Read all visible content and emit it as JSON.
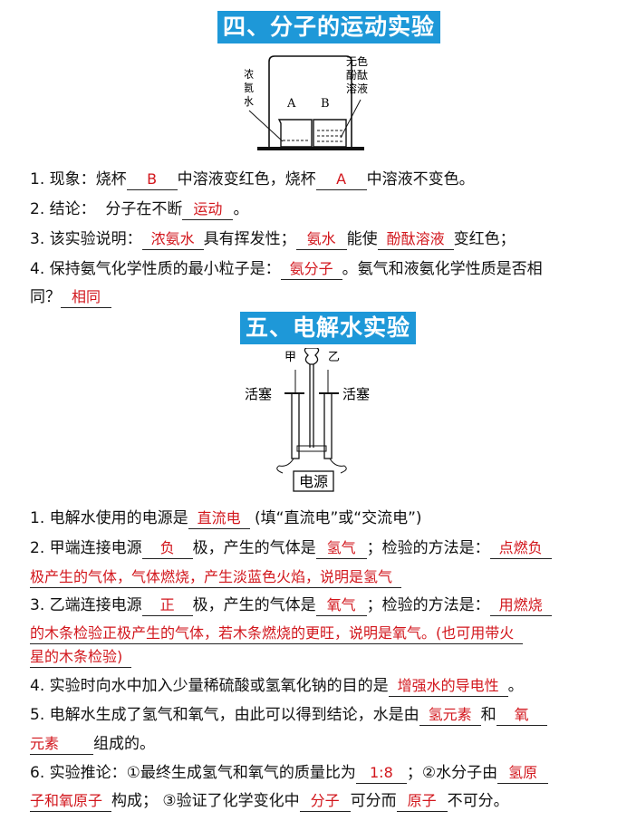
{
  "section4": {
    "title": "四、分子的运动实验",
    "diagram": {
      "label_left": [
        "浓",
        "氨",
        "水"
      ],
      "label_right": [
        "无色",
        "酚酞",
        "溶液"
      ],
      "beaker_a": "A",
      "beaker_b": "B"
    },
    "lines": [
      [
        {
          "text": "1. 现象：烧杯"
        },
        {
          "answer": "B"
        },
        {
          "text": "中溶液变红色，烧杯"
        },
        {
          "answer": "A"
        },
        {
          "text": "中溶液不变色。"
        }
      ],
      [
        {
          "text": "2. 结论：  分子在不断"
        },
        {
          "answer": "运动"
        },
        {
          "text": "。"
        }
      ],
      [
        {
          "text": "3. 该实验说明："
        },
        {
          "answer": "浓氨水"
        },
        {
          "text": "具有挥发性；"
        },
        {
          "answer": "氨水"
        },
        {
          "text": "能使"
        },
        {
          "answer": "酚酞溶液"
        },
        {
          "text": "变红色；"
        }
      ],
      [
        {
          "text": "4. 保持氨气化学性质的最小粒子是："
        },
        {
          "answer": "氨分子"
        },
        {
          "text": "。氨气和液氨化学性质是否相"
        }
      ],
      [
        {
          "text": "同？"
        },
        {
          "answer": "相同"
        }
      ]
    ]
  },
  "section5": {
    "title": "五、电解水实验",
    "diagram": {
      "label_jia": "甲",
      "label_yi": "乙",
      "label_stopcock_left": "活塞",
      "label_stopcock_right": "活塞",
      "label_power": "电源"
    },
    "lines": [
      [
        {
          "text": "1. 电解水使用的电源是"
        },
        {
          "answer": "直流电"
        },
        {
          "text": " (填“直流电”或“交流电”)"
        }
      ],
      [
        {
          "text": "2. 甲端连接电源"
        },
        {
          "answer": "负"
        },
        {
          "text": "极，产生的气体是"
        },
        {
          "answer": "氢气"
        },
        {
          "text": "；检验的方法是："
        },
        {
          "answer": "点燃负"
        }
      ],
      [
        {
          "answer": "极产生的气体，气体燃烧，产生淡蓝色火焰，说明是氢气",
          "full": true
        }
      ],
      [
        {
          "text": "3. 乙端连接电源"
        },
        {
          "answer": "正"
        },
        {
          "text": "极，产生的气体是"
        },
        {
          "answer": "氧气"
        },
        {
          "text": "；检验的方法是："
        },
        {
          "answer": "用燃烧"
        }
      ],
      [
        {
          "answer": "的木条检验正极产生的气体，若木条燃烧的更旺，说明是氧气。(也可用带火",
          "full": true
        }
      ],
      [
        {
          "answer": "星的木条检验)",
          "full": true
        }
      ],
      [
        {
          "text": "4. 实验时向水中加入少量稀硫酸或氢氧化钠的目的是"
        },
        {
          "answer": "增强水的导电性"
        },
        {
          "text": "。"
        }
      ],
      [
        {
          "text": "5. 电解水生成了氢气和氧气，由此可以得到结论，水是由"
        },
        {
          "answer": "氢元素"
        },
        {
          "text": "和"
        },
        {
          "answer": "氧"
        }
      ],
      [
        {
          "answer": "元素",
          "full": true
        },
        {
          "text": "组成的。"
        }
      ],
      [
        {
          "text": "6. 实验推论：①最终生成氢气和氧气的质量比为"
        },
        {
          "answer": "1:8"
        },
        {
          "text": "；②水分子由"
        },
        {
          "answer": "氢原"
        }
      ],
      [
        {
          "answer": "子和氧原子",
          "full": true
        },
        {
          "text": "构成； ③验证了化学变化中"
        },
        {
          "answer": "分子"
        },
        {
          "text": "可分而"
        },
        {
          "answer": "原子"
        },
        {
          "text": "不可分。"
        }
      ]
    ]
  },
  "colors": {
    "header_bg": "#1e98d8",
    "answer": "#d2161c"
  }
}
